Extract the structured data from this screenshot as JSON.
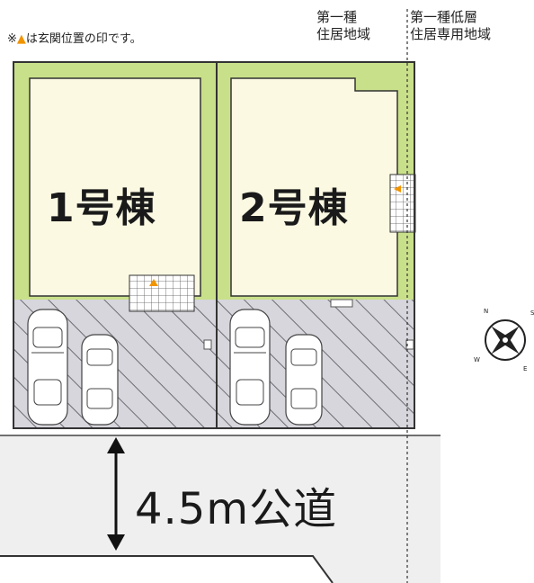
{
  "note": {
    "prefix": "※",
    "marker": "▲",
    "text": "は玄関位置の印です。"
  },
  "zones": {
    "left": {
      "line1": "第一種",
      "line2": "住居地域"
    },
    "right": {
      "line1": "第一種低層",
      "line2": "住居専用地域"
    }
  },
  "lots": [
    {
      "label": "1号棟"
    },
    {
      "label": "2号棟"
    }
  ],
  "road": {
    "label": "4.5m公道"
  },
  "compass": {
    "letters": [
      "N",
      "E",
      "S",
      "W"
    ]
  },
  "colors": {
    "garden": "#c9e08a",
    "building": "#fbf9e2",
    "parking": "#d7d7dc",
    "road": "#efeff0",
    "entrance": "#f29400"
  }
}
